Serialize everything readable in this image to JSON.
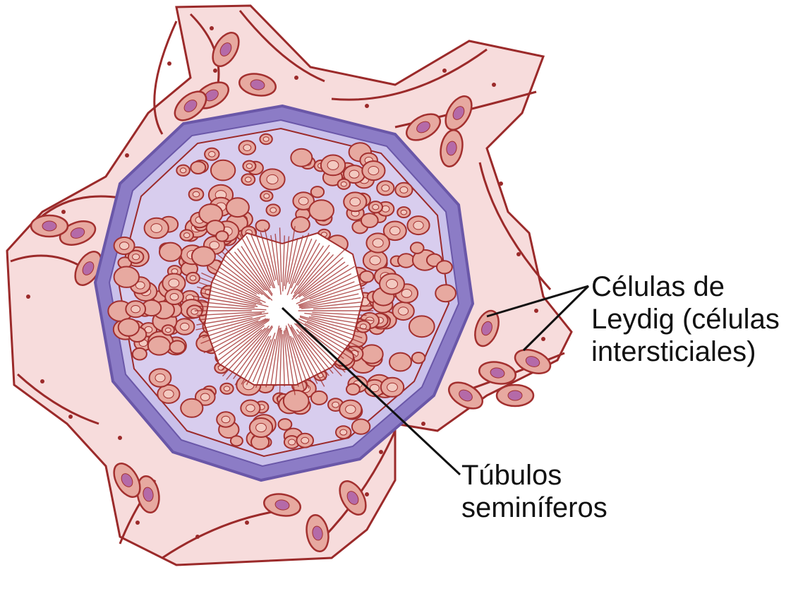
{
  "labels": {
    "leydig": [
      "Células de",
      "Leydig (células",
      "intersticiales)"
    ],
    "tubulos": [
      "Túbulos",
      "seminíferos"
    ]
  },
  "colors": {
    "interstitial": "#f7dcdc",
    "tissue_line": "#9b2a2a",
    "membrane": "#8c7cc6",
    "membrane_inner": "#c9c0ea",
    "epithelium": "#d8cdee",
    "cell_fill": "#e7a9a0",
    "cell_edge": "#a3302f",
    "nucleus": "#b46aa8",
    "lumen": "#ffffff",
    "leader_line": "#111111"
  },
  "icons": {
    "tubule": "seminiferous-tubule-cross-section",
    "leydig_cell": "leydig-cell-icon"
  }
}
